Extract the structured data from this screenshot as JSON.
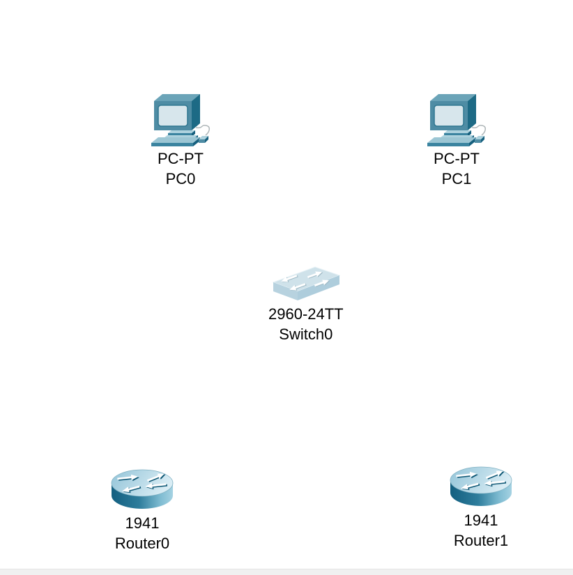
{
  "workspace": {
    "kind": "network-topology-canvas",
    "background": "#ffffff",
    "statusbar_background": "#f0f0f0"
  },
  "devices": [
    {
      "icon": "pc-icon",
      "type": "pc",
      "model": "PC-PT",
      "name": "PC0"
    },
    {
      "icon": "pc-icon",
      "type": "pc",
      "model": "PC-PT",
      "name": "PC1"
    },
    {
      "icon": "switch-icon",
      "type": "switch",
      "model": "2960-24TT",
      "name": "Switch0"
    },
    {
      "icon": "router-icon",
      "type": "router",
      "model": "1941",
      "name": "Router0"
    },
    {
      "icon": "router-icon",
      "type": "router",
      "model": "1941",
      "name": "Router1"
    }
  ],
  "colors": {
    "device_teal_front": "#4e8ca4",
    "device_teal_dark": "#16607e",
    "device_teal_top": "#6ba4b8",
    "screen_light": "#d7e6ec",
    "slab_top_light": "#aed2de",
    "switch_top": "#cfe2ea",
    "switch_left_face": "#b7d2df",
    "switch_right_face": "#aecddc",
    "router_side_dark": "#135f80",
    "router_side_light": "#a5d2e2",
    "arrow_white": "#ffffff",
    "arrow_shadow": "#0b5573",
    "label_text": "#000000"
  }
}
